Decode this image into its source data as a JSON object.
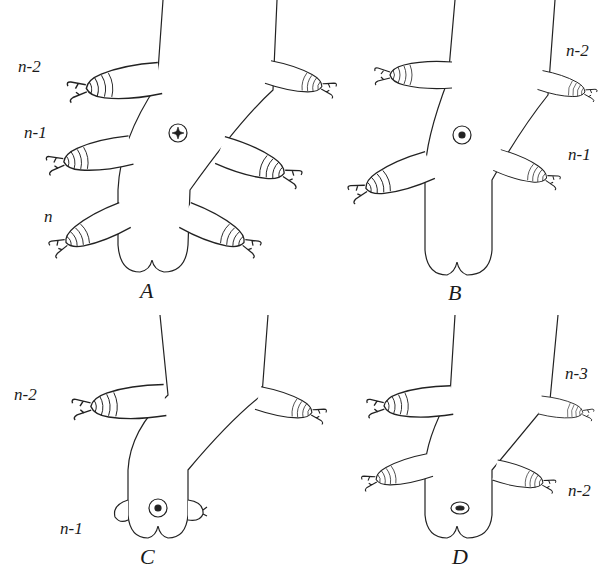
{
  "diagram": {
    "labels": [
      "n-2",
      "n-1",
      "n",
      "A",
      "n-2",
      "n-1",
      "B",
      "n-2",
      "n-1",
      "C",
      "n-3",
      "n-2",
      "D"
    ]
  }
}
